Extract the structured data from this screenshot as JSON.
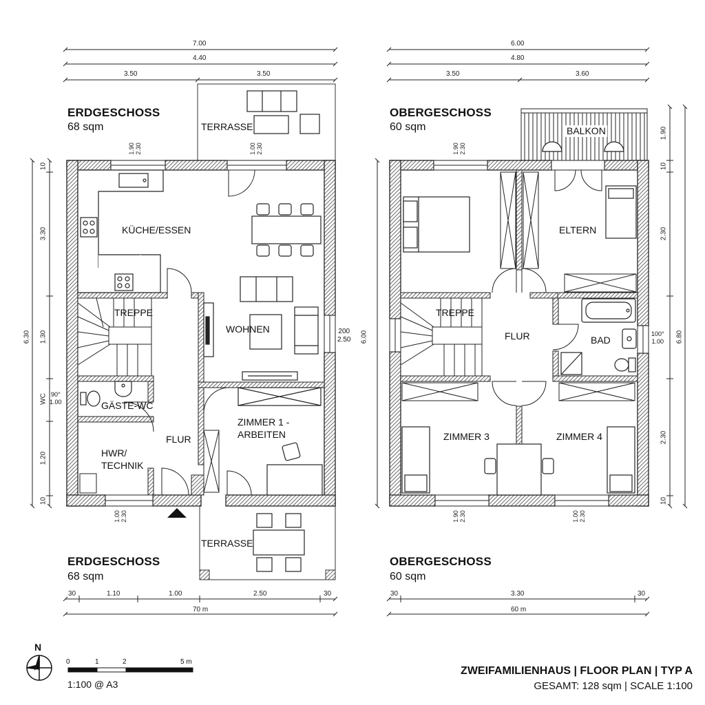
{
  "ground_floor": {
    "heading": "ERDGESCHOSS",
    "area": "68 sqm",
    "heading_bottom": "ERDGESCHOSS",
    "area_bottom": "68 sqm",
    "rooms": {
      "kueche": "KÜCHE/ESSEN",
      "wohnen": "WOHNEN",
      "treppe": "TREPPE",
      "gaeste_wc": "GÄSTE-WC",
      "flur": "FLUR",
      "hwr_line1": "HWR/",
      "hwr_line2": "TECHNIK",
      "zimmer1_line1": "ZIMMER 1 -",
      "zimmer1_line2": "ARBEITEN",
      "terrasse_top": "TERRASSE",
      "terrasse_bottom": "TERRASSE"
    },
    "dims_top": {
      "total": "7.00",
      "inner": "4.40",
      "left": "3.50",
      "right": "3.50"
    },
    "dims_bottom": {
      "d1": "30",
      "d2": "1.10",
      "d3": "1.00",
      "d4": "2.50",
      "d5": "30",
      "total": "70 m"
    },
    "dims_left": {
      "total": "6.30",
      "s1": "10",
      "s2": "3.30",
      "s3": "1.30",
      "s4": "WC",
      "s5": "1.20",
      "s6": "10"
    },
    "window_marks": {
      "w1_a": "1.90",
      "w1_b": "2.30",
      "w2_a": "1.00",
      "w2_b": "2.30",
      "w3_a": "200",
      "w3_b": "2.50",
      "w4_a": "90°",
      "w4_b": "1.00",
      "w5_a": "1.00",
      "w5_b": "2.30"
    }
  },
  "upper_floor": {
    "heading": "OBERGESCHOSS",
    "area": "60 sqm",
    "heading_bottom": "OBERGESCHOSS",
    "area_bottom": "60 sqm",
    "rooms": {
      "eltern": "ELTERN",
      "treppe": "TREPPE",
      "flur": "FLUR",
      "bad": "BAD",
      "zimmer3": "ZIMMER 3",
      "zimmer4": "ZIMMER 4",
      "balkon": "BALKON"
    },
    "dims_top": {
      "total": "6.00",
      "inner": "4.80",
      "left": "3.50",
      "right": "3.60"
    },
    "dims_bottom": {
      "d1": "30",
      "d2": "3.30",
      "d3": "30",
      "total": "60 m"
    },
    "dims_left": {
      "total": "6.00"
    },
    "dims_right": {
      "total": "6.80",
      "s1": "1.90",
      "s2": "10",
      "s3": "2.30",
      "s4": "2.30",
      "s5": "10"
    },
    "window_marks": {
      "w1_a": "1.90",
      "w1_b": "2.30",
      "w2_a": "100°",
      "w2_b": "1.00",
      "w3_a": "1.90",
      "w3_b": "2.30",
      "w4_a": "1.00",
      "w4_b": "2.30"
    }
  },
  "legend": {
    "north": "N",
    "scale_ticks": [
      "0",
      "1",
      "2",
      "5 m"
    ],
    "scale_text": "1:100 @ A3"
  },
  "title_block": {
    "main": "ZWEIFAMILIENHAUS | FLOOR PLAN | TYP A",
    "sub": "GESAMT: 128 sqm | SCALE 1:100"
  }
}
